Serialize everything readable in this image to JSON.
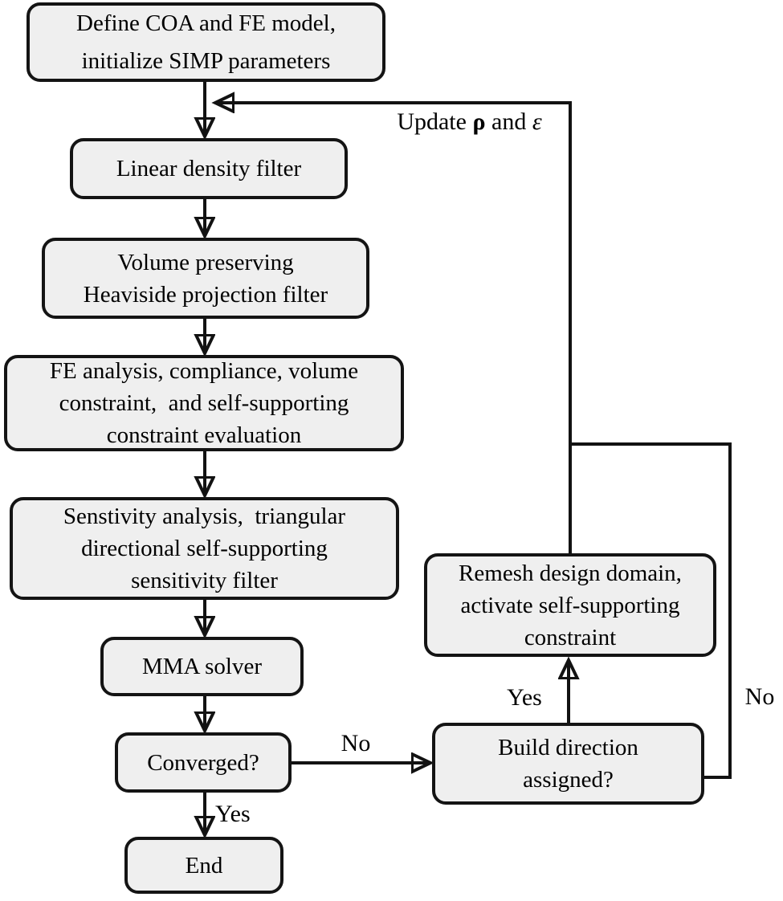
{
  "diagram_type": "flowchart",
  "colors": {
    "background": "#ffffff",
    "node_fill": "#efefef",
    "node_border": "#141414",
    "connector": "#121212",
    "text": "#000000"
  },
  "nodes": {
    "define": {
      "lines": [
        "Define COA and FE model,",
        "initialize SIMP parameters"
      ]
    },
    "linear": {
      "lines": [
        "Linear density filter"
      ]
    },
    "heaviside": {
      "lines": [
        "Volume preserving",
        "Heaviside projection filter"
      ]
    },
    "fe_analysis": {
      "lines": [
        "FE analysis, compliance, volume",
        "constraint,  and self-supporting",
        "constraint evaluation"
      ]
    },
    "sensitivity": {
      "lines": [
        "Senstivity analysis,  triangular",
        "directional self-supporting",
        "sensitivity filter"
      ]
    },
    "mma": {
      "lines": [
        "MMA solver"
      ]
    },
    "converged": {
      "lines": [
        "Converged?"
      ]
    },
    "end": {
      "lines": [
        "End"
      ]
    },
    "remesh": {
      "lines": [
        "Remesh design domain,",
        "activate self-supporting",
        "constraint"
      ]
    },
    "build": {
      "lines": [
        "Build direction",
        "assigned?"
      ]
    }
  },
  "edge_labels": {
    "update_prefix": "Update ",
    "update_rho": "ρ",
    "update_mid": " and ",
    "update_epsilon": "ε",
    "converged_no": "No",
    "converged_yes": "Yes",
    "build_yes": "Yes",
    "build_no": "No"
  }
}
